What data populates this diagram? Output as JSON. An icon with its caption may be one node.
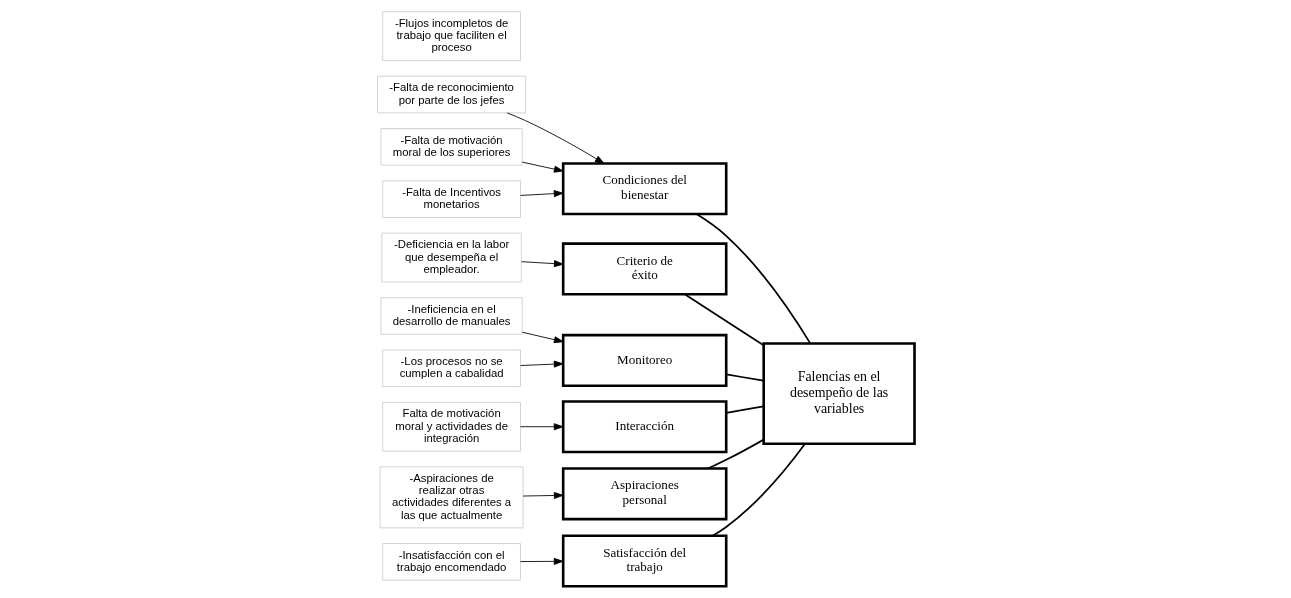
{
  "diagram": {
    "nodes": [
      {
        "text": [
          "Satisfacción del trabajo"
        ]
      },
      {
        "text": [
          "Condiciones del bienestar"
        ]
      },
      {
        "text": [
          "Criterio de éxito"
        ]
      },
      {
        "text": [
          "Falencias en el desempeño de las variables"
        ]
      },
      {
        "text": [
          "Monitoreo"
        ]
      },
      {
        "text": [
          "Interacción"
        ]
      },
      {
        "text": [
          "Aspiraciones personal"
        ]
      },
      {
        "text": [
          "-Insatisfacción con el trabajo encomendado"
        ]
      },
      {
        "text": [
          "-Falta de reconocimiento por parte de los jefes"
        ]
      },
      {
        "text": [
          "-Falta de motivación moral de los superiores"
        ]
      },
      {
        "text": [
          "-Falta de Incentivos monetarios"
        ]
      },
      {
        "text": [
          "-Deficiencia en la labor que desempeña el empleador."
        ]
      },
      {
        "text": [
          "-Ineficiencia en el desarrollo de manuales"
        ]
      },
      {
        "text": [
          "-Flujos incompletos de trabajo que faciliten el proceso"
        ]
      },
      {
        "text": [
          "-Los procesos no se cumplen a cabalidad"
        ]
      },
      {
        "text": [
          "Falta de motivación moral y actividades de integración"
        ]
      },
      {
        "text": [
          "-Aspiraciones de realizar otras actividades diferentes a las que actualmente"
        ]
      }
    ],
    "edges": [
      {
        "from": 0,
        "to": 3,
        "arrow": "none"
      },
      {
        "from": 1,
        "to": 3,
        "arrow": "none"
      },
      {
        "from": 2,
        "to": 3,
        "arrow": "none"
      },
      {
        "from": 4,
        "to": 3,
        "arrow": "none"
      },
      {
        "from": 5,
        "to": 3,
        "arrow": "none"
      },
      {
        "from": 6,
        "to": 3,
        "arrow": "none"
      },
      {
        "from": 7,
        "to": 0,
        "arrow": "to"
      },
      {
        "from": 8,
        "to": 1,
        "arrow": "to"
      },
      {
        "from": 9,
        "to": 1,
        "arrow": "to"
      },
      {
        "from": 10,
        "to": 1,
        "arrow": "to"
      },
      {
        "from": 11,
        "to": 2,
        "arrow": "to"
      },
      {
        "from": 12,
        "to": 4,
        "arrow": "to"
      },
      {
        "from": 14,
        "to": 4,
        "arrow": "to"
      },
      {
        "from": 15,
        "to": 5,
        "arrow": "to"
      },
      {
        "from": 16,
        "to": 6,
        "arrow": "to"
      }
    ]
  }
}
